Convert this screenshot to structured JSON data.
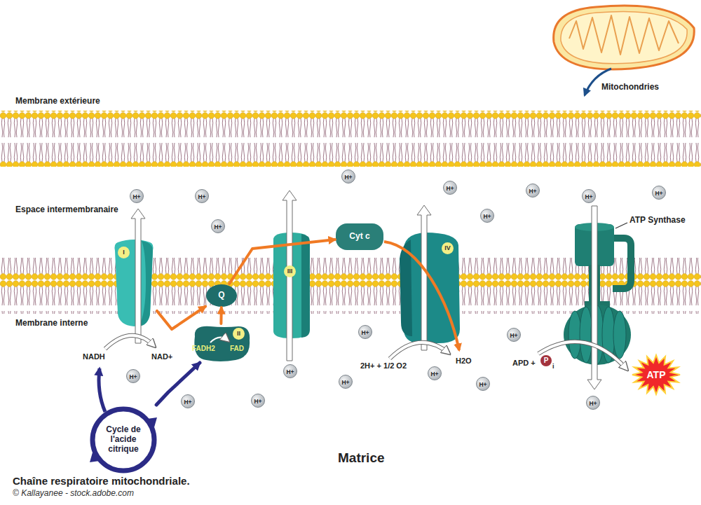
{
  "diagram": {
    "caption": "Chaîne respiratoire mitochondriale.",
    "nodes": [
      {
        "text": [
          "I"
        ]
      },
      {
        "text": [
          "Q"
        ]
      },
      {
        "text": [
          "II",
          "FADH2",
          "FAD"
        ]
      },
      {
        "text": [
          "III"
        ]
      },
      {
        "text": [
          "Cyt c"
        ]
      },
      {
        "text": [
          "IV"
        ]
      },
      {
        "text": [
          "ATP Synthase"
        ]
      },
      {
        "text": [
          "ATP"
        ]
      },
      {
        "text": [
          "Cycle de l'acide citrique"
        ]
      }
    ],
    "edges": [
      {
        "from": 0,
        "to": 1,
        "arrow": "to"
      },
      {
        "from": 2,
        "to": 1,
        "arrow": "to"
      },
      {
        "from": 1,
        "to": 4,
        "arrow": "to"
      },
      {
        "from": 8,
        "to": 2,
        "arrow": "to"
      }
    ],
    "labels": [
      "Membrane extérieure",
      "Espace intermembranaire",
      "Membrane interne",
      "Matrice",
      "NADH",
      "NAD+",
      "2H+ + 1/2 O2",
      "H2O",
      "APD +",
      "P",
      "i",
      "Mitochondries",
      "© Kallayanee - stock.adobe.com",
      "H+",
      "H+",
      "H+",
      "H+",
      "H+",
      "H+",
      "H+",
      "H+",
      "H+",
      "H+",
      "H+",
      "H+",
      "H+",
      "H+",
      "H+",
      "H+",
      "H+",
      "H+",
      "H+"
    ]
  }
}
